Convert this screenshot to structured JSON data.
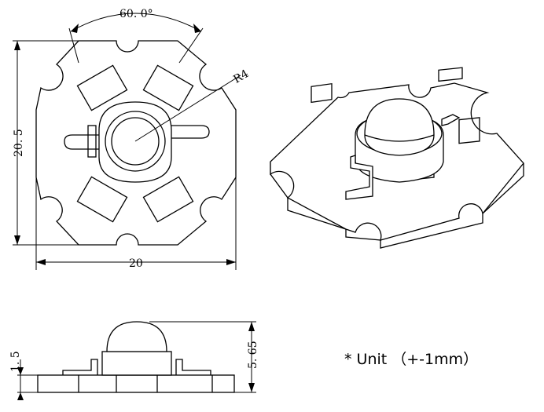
{
  "dimensions": {
    "angle": "60. 0°",
    "radius": "R4",
    "height": "20. 5",
    "width": "20",
    "base_thickness": "1. 5",
    "total_height": "5. 65"
  },
  "note": "* Unit （+-1mm）"
}
